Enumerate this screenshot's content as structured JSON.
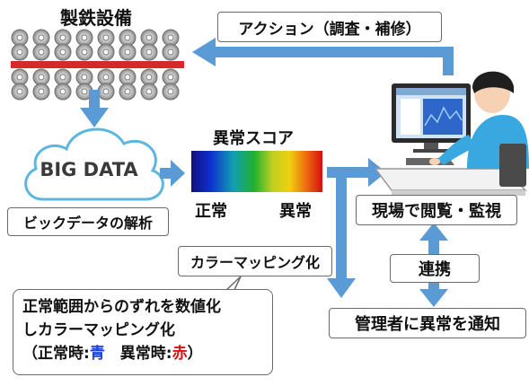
{
  "colors": {
    "arrow": "#5b9bd5",
    "cloud_stroke": "#5bb6e0",
    "red_bar": "#d62a2a",
    "normal_word": "#1c3fd6",
    "anomaly_word": "#e01010"
  },
  "steel_equipment": {
    "title": "製鉄設備"
  },
  "action": {
    "label": "アクション（調査・補修）"
  },
  "big_data": {
    "label": "BIG DATA",
    "caption": "ビックデータの解析"
  },
  "score": {
    "title": "異常スコア",
    "left_label": "正常",
    "right_label": "異常"
  },
  "monitor": {
    "label": "現場で閲覧・監視"
  },
  "link": {
    "label": "連携"
  },
  "notify": {
    "label": "管理者に異常を通知"
  },
  "color_mapping": {
    "label": "カラーマッピング化"
  },
  "note": {
    "line1": "正常範囲からのずれを数値化",
    "line2": "しカラーマッピング化",
    "line3_open": "（正常時:",
    "line3_blue": "青",
    "line3_mid": "　異常時:",
    "line3_red": "赤",
    "line3_close": "）"
  }
}
